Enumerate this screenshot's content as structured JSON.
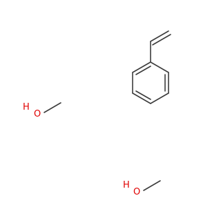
{
  "molecules": {
    "methanol_1": {
      "h_label": "H",
      "o_label": "O"
    },
    "methanol_2": {
      "h_label": "H",
      "o_label": "O"
    },
    "styrene": {}
  },
  "colors": {
    "bond": "#3c3c3c",
    "oxygen": "#e00000"
  }
}
